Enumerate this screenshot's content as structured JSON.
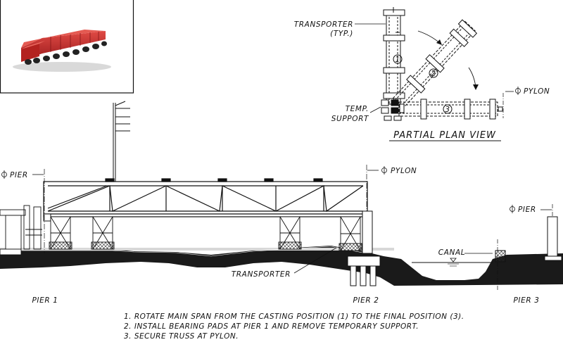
{
  "plan_view": {
    "title": "PARTIAL PLAN VIEW",
    "transporter_label": "TRANSPORTER",
    "typ_label": "(TYP.)",
    "temp_label": "TEMP.",
    "support_label": "SUPPORT",
    "pylon_label": "PYLON",
    "position_1": "1",
    "position_2": "2",
    "position_3": "3"
  },
  "elevation": {
    "pier_cl_label": "PIER",
    "pylon_cl_label": "PYLON",
    "pier3_cl_label": "PIER",
    "transporter_label": "TRANSPORTER",
    "canal_label": "CANAL",
    "pier1": "PIER 1",
    "pier2": "PIER 2",
    "pier3": "PIER 3"
  },
  "notes": [
    "1. ROTATE MAIN SPAN FROM THE CASTING POSITION (1) TO THE FINAL POSITION (3).",
    "2. INSTALL BEARING PADS AT PIER 1 AND REMOVE TEMPORARY SUPPORT.",
    "3. SECURE TRUSS AT PYLON."
  ],
  "colors": {
    "ink": "#111111",
    "ground": "#1a1a1a",
    "transporter_red": "#c0282a"
  }
}
